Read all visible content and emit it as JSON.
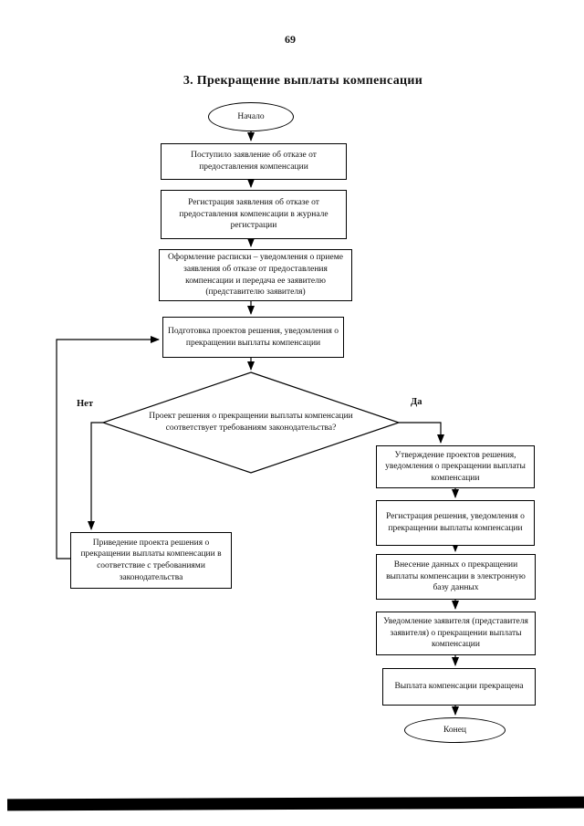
{
  "page": {
    "number": "69",
    "title": "3. Прекращение выплаты компенсации"
  },
  "flow": {
    "start_label": "Начало",
    "end_label": "Конец",
    "steps": [
      {
        "text": "Поступило заявление об отказе от предоставления компенсации"
      },
      {
        "text": "Регистрация заявления об отказе от предоставления компенсации в журнале регистрации"
      },
      {
        "text": "Оформление расписки – уведомления о приеме заявления об отказе от предоставления компенсации и передача ее заявителю (представителю заявителя)"
      },
      {
        "text": "Подготовка проектов решения, уведомления о прекращении выплаты компенсации"
      }
    ],
    "decision": {
      "text": "Проект решения о прекращении выплаты компенсации соответствует требованиям законодательства?",
      "no_label": "Нет",
      "yes_label": "Да"
    },
    "no_branch": {
      "text": "Приведение проекта решения о прекращении выплаты компенсации в соответствие с требованиями законодательства"
    },
    "yes_branch": [
      {
        "text": "Утверждение проектов решения, уведомления о прекращении выплаты компенсации"
      },
      {
        "text": "Регистрация решения, уведомления о прекращении выплаты компенсации"
      },
      {
        "text": "Внесение данных о прекращении выплаты компенсации в электронную базу данных"
      },
      {
        "text": "Уведомление заявителя (представителя заявителя) о прекращении выплаты компенсации"
      },
      {
        "text": "Выплата компенсации прекращена"
      }
    ]
  }
}
